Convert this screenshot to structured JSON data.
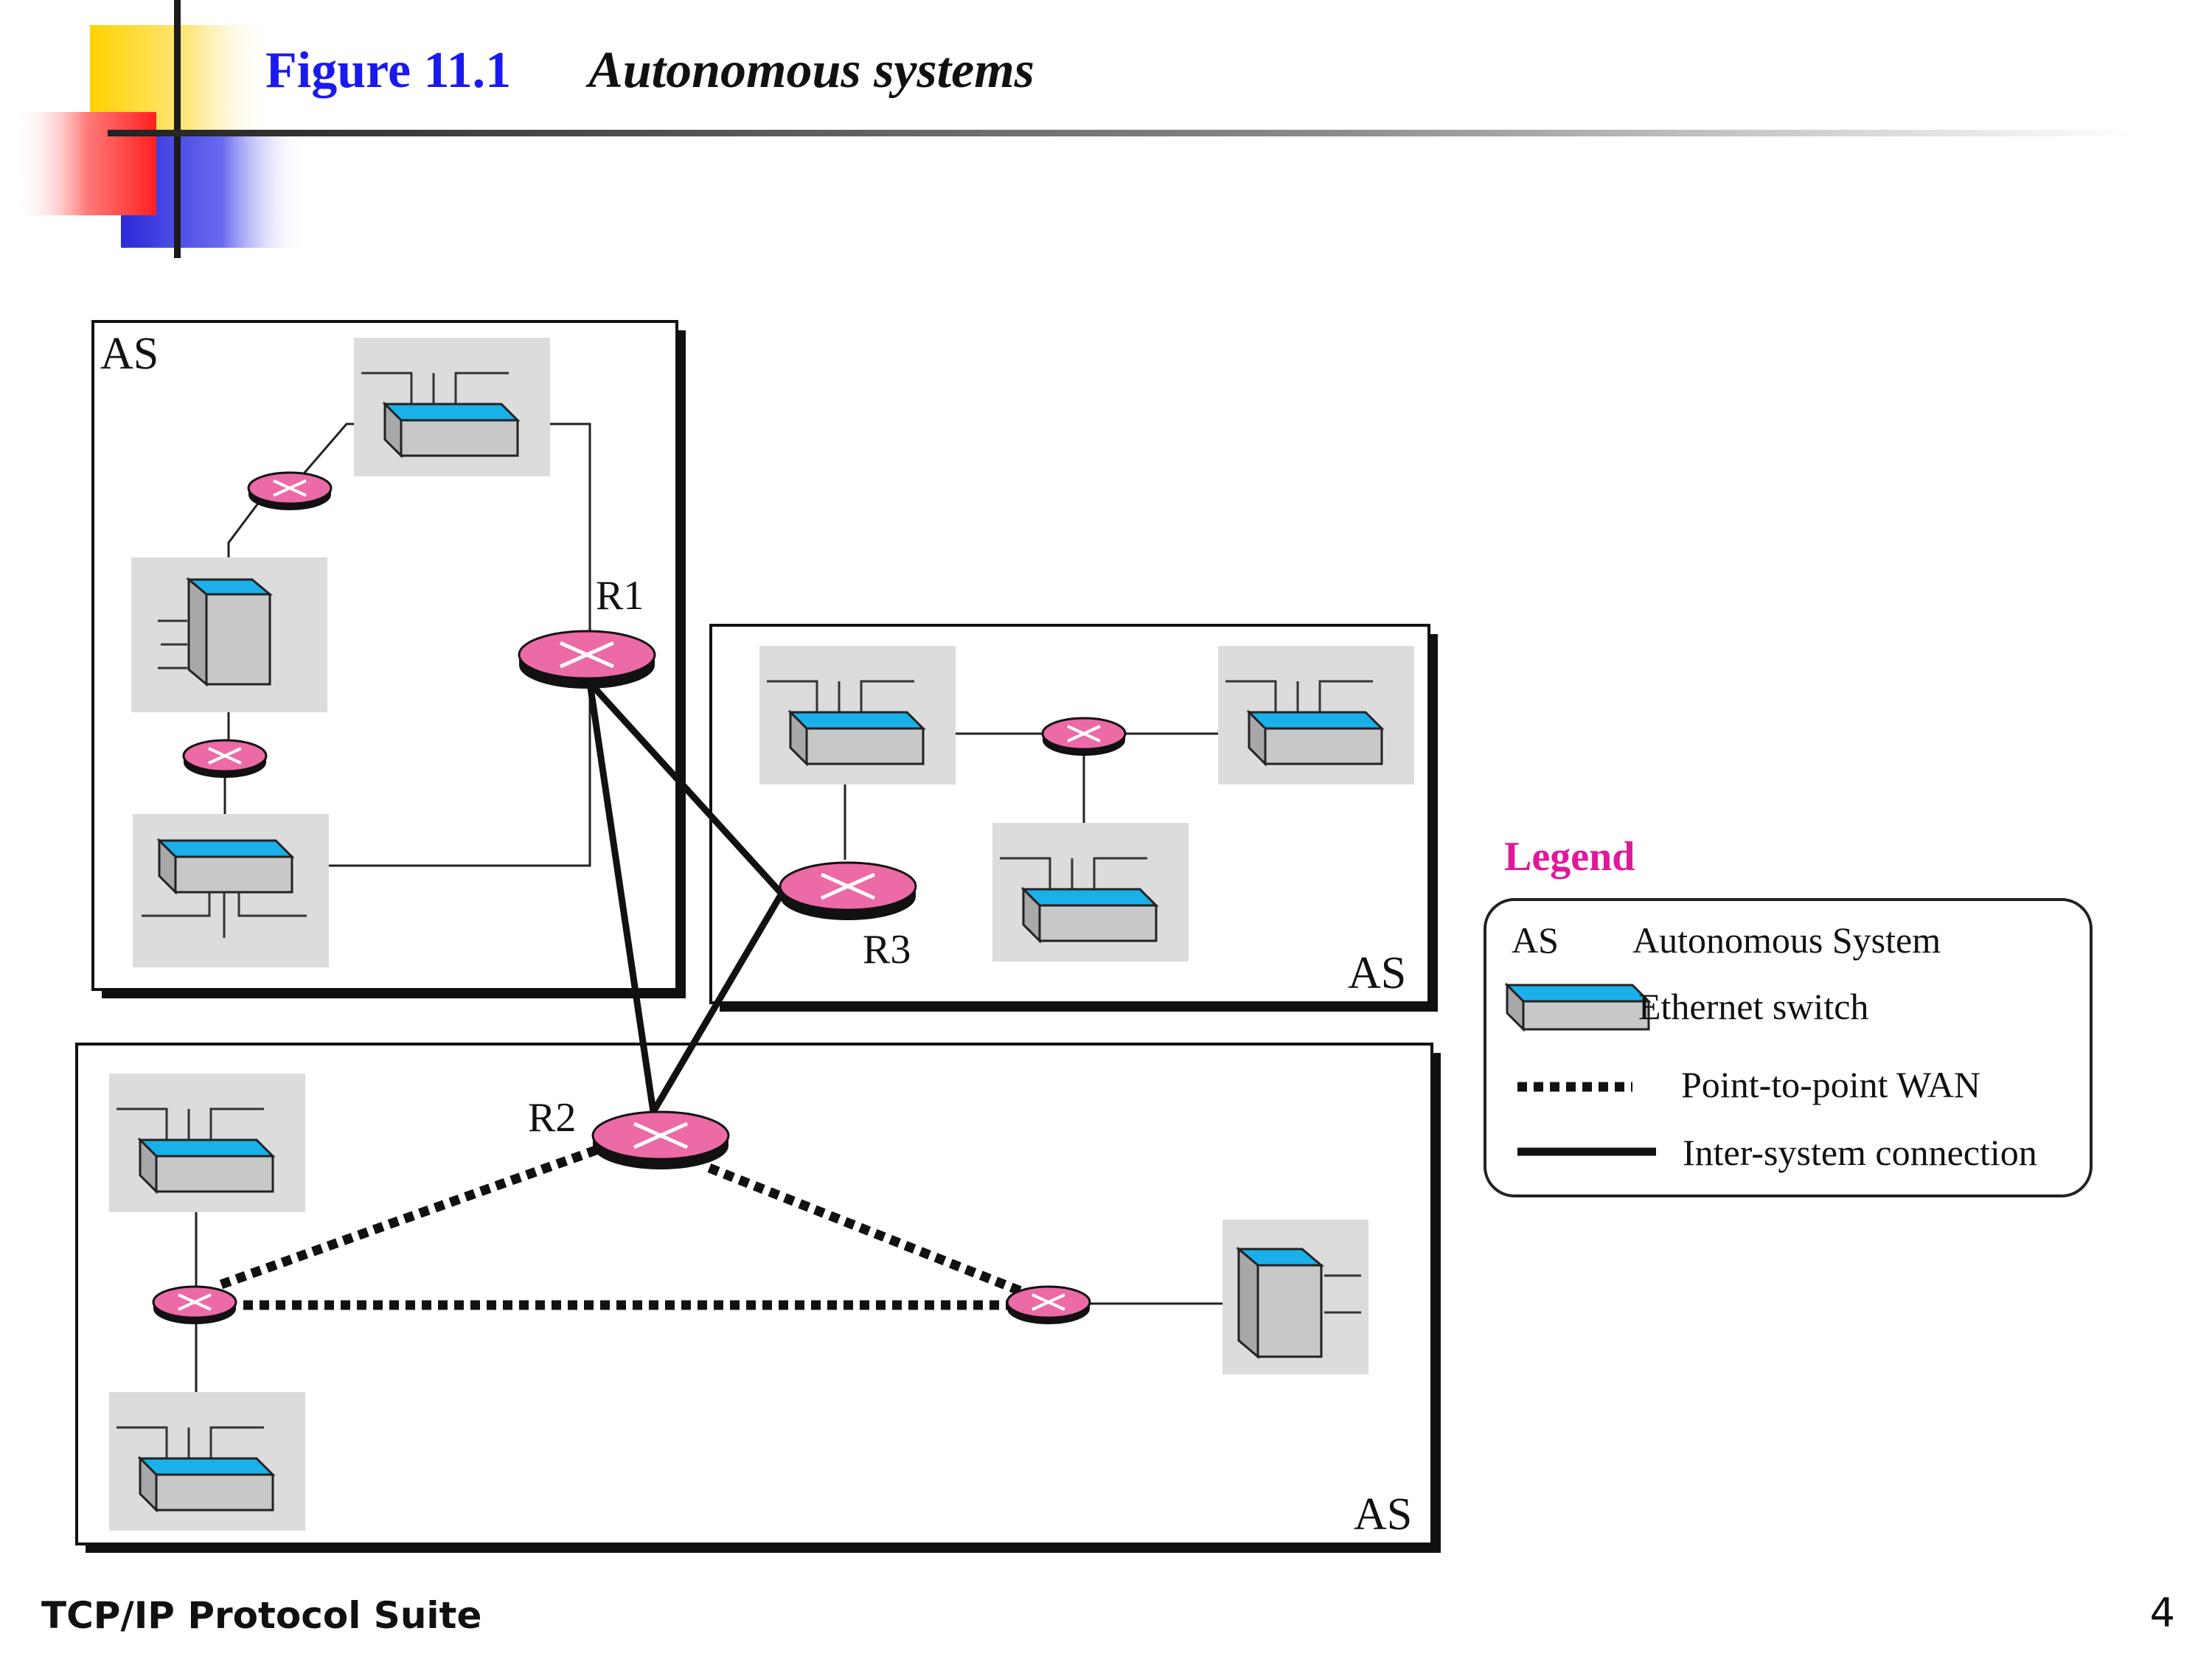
{
  "slide": {
    "figure_number": "Figure 11.1",
    "figure_title": "Autonomous systems",
    "footer": "TCP/IP Protocol Suite",
    "page_number": "4"
  },
  "diagram": {
    "as_label": "AS",
    "router_labels": {
      "r1": "R1",
      "r2": "R2",
      "r3": "R3"
    }
  },
  "legend": {
    "title": "Legend",
    "as_abbrev": "AS",
    "as_text": "Autonomous System",
    "switch_text": "Ethernet switch",
    "wan_text": "Point-to-point WAN",
    "inter_text": "Inter-system connection"
  },
  "colors": {
    "title_blue": "#1a1aee",
    "legend_magenta": "#e0189a",
    "router_pink": "#ec6aa6",
    "switch_blue": "#1ab0ea",
    "device_gray": "#c8c8c8",
    "panel_gray": "#dcdcdc",
    "deco_yellow": "#ffd200",
    "deco_red": "#ff3030",
    "deco_blue": "#2a2ad8"
  }
}
